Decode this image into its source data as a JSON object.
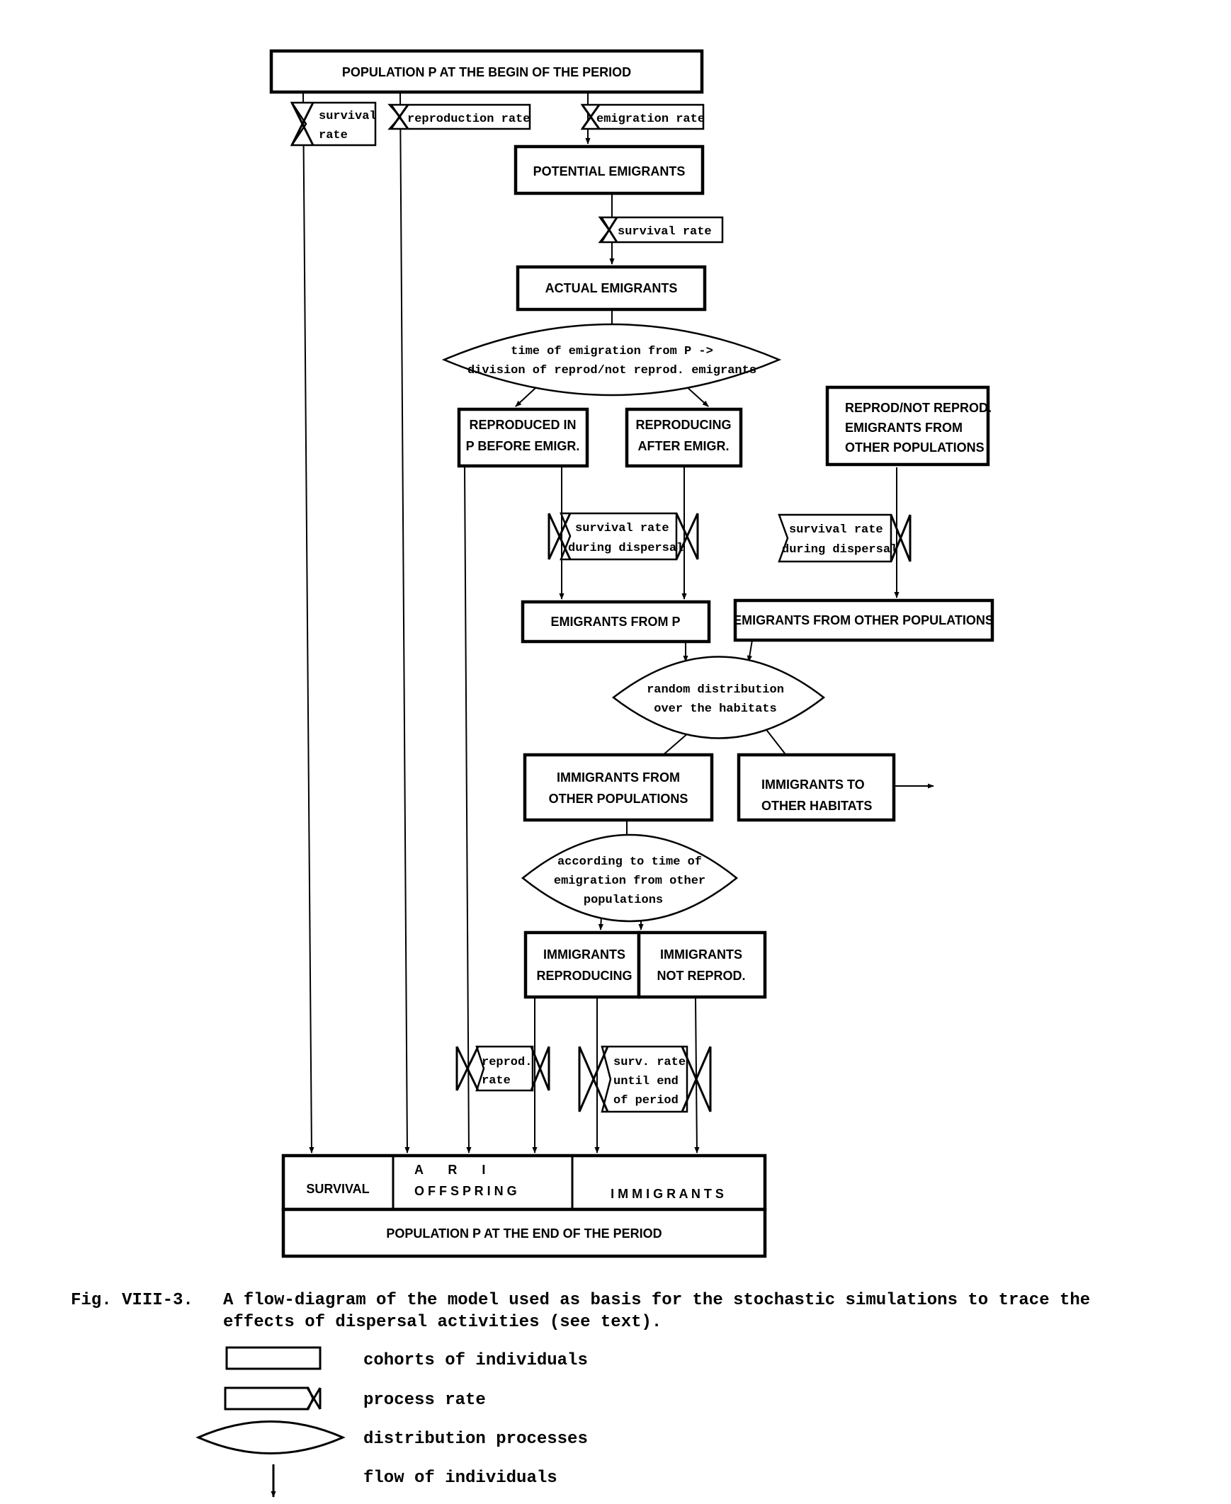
{
  "boxes": {
    "pop_begin": "POPULATION P  AT THE BEGIN OF THE PERIOD",
    "potential_emigrants": "POTENTIAL EMIGRANTS",
    "actual_emigrants": "ACTUAL EMIGRANTS",
    "reproduced_before": [
      "REPRODUCED IN",
      "P BEFORE EMIGR."
    ],
    "reproducing_after": [
      "REPRODUCING",
      "AFTER EMIGR."
    ],
    "other_emigrants_src": [
      "REPROD/NOT REPROD.",
      "EMIGRANTS FROM",
      "OTHER POPULATIONS"
    ],
    "emigrants_from_p": "EMIGRANTS FROM P",
    "emigrants_from_other": "EMIGRANTS FROM OTHER POPULATIONS",
    "immigrants_from_other": [
      "IMMIGRANTS FROM",
      "OTHER POPULATIONS"
    ],
    "immigrants_to_other": [
      "IMMIGRANTS TO",
      "OTHER HABITATS"
    ],
    "immigrants_reproducing": [
      "IMMIGRANTS",
      "REPRODUCING"
    ],
    "immigrants_not_reprod": [
      "IMMIGRANTS",
      "NOT REPROD."
    ],
    "survival": "SURVIVAL",
    "ari": "A       R       I",
    "offspring": "O F F S P R I N G",
    "immigrants": "I M M I G R A N T S",
    "pop_end": "POPULATION P  AT THE END OF THE PERIOD"
  },
  "rates": {
    "survival_rate_1": [
      "survival",
      "rate"
    ],
    "reproduction_rate": "reproduction rate",
    "emigration_rate": "emigration rate",
    "survival_rate_2": "survival rate",
    "survival_dispersal_1": [
      "survival rate",
      "during dispersal"
    ],
    "survival_dispersal_2": [
      "survival rate",
      "during dispersal"
    ],
    "reprod_rate": [
      "reprod.",
      "rate"
    ],
    "surv_until_end": [
      "surv. rate",
      "until end",
      "of period"
    ]
  },
  "distributions": {
    "time_of_emigration": [
      "time of emigration from P ->",
      "division of reprod/not reprod. emigrants"
    ],
    "random_distribution": [
      "random distribution",
      "over the habitats"
    ],
    "according_to_time": [
      "according to time of",
      "emigration from other",
      "populations"
    ]
  },
  "caption": {
    "label": "Fig. VIII-3.",
    "line1": "A flow-diagram of the model used as basis for the stochastic simulations to trace the",
    "line2": "effects of dispersal activities (see text)."
  },
  "legend": [
    {
      "symbol": "rectangle",
      "label": "cohorts of individuals"
    },
    {
      "symbol": "process-rate",
      "label": "process rate"
    },
    {
      "symbol": "lens",
      "label": "distribution processes"
    },
    {
      "symbol": "arrow",
      "label": "flow of individuals"
    }
  ]
}
